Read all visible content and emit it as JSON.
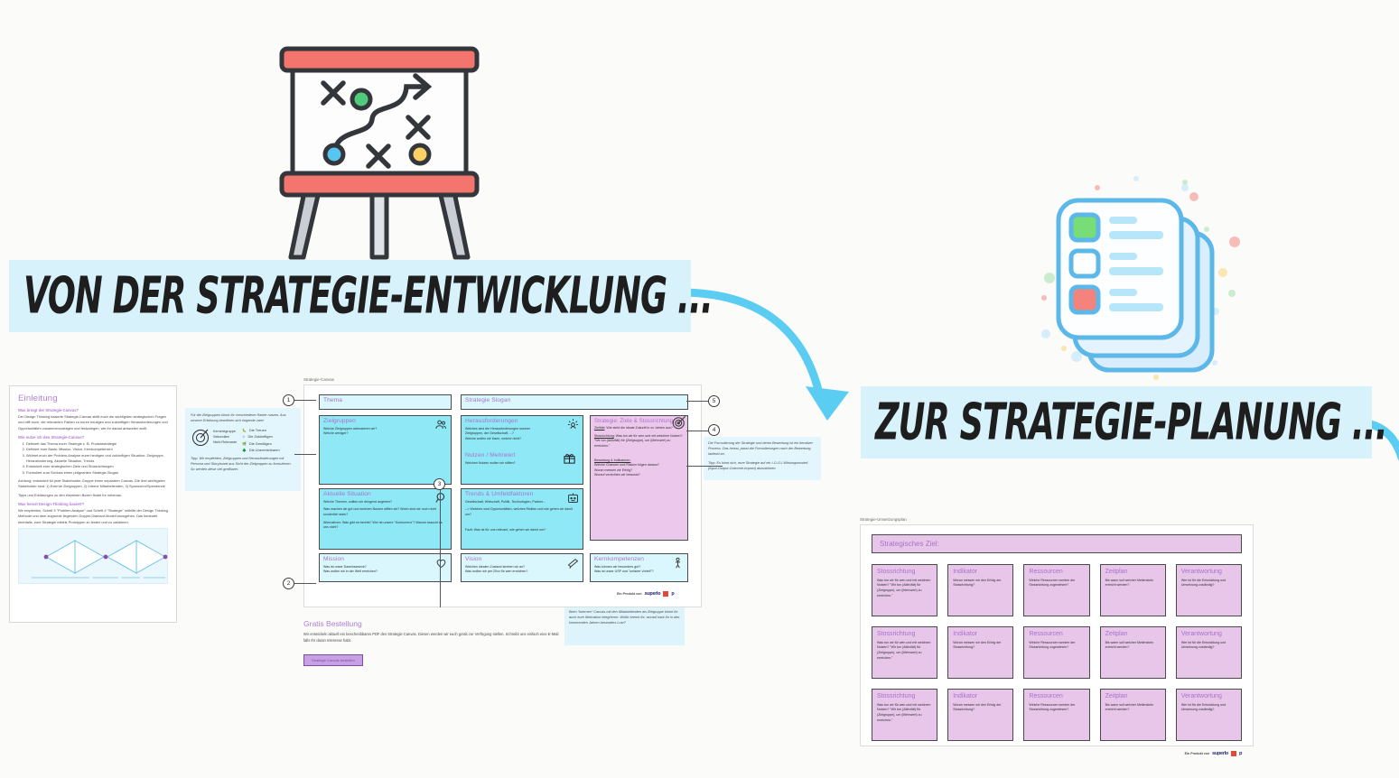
{
  "banners": {
    "first": "VON DER STRATEGIE-ENTWICKLUNG ...",
    "second": "ZUR STRATEGIE-PLANUNG ..."
  },
  "illustrations": {
    "board": "strategy-board-illustration",
    "checklist": "checklist-stack-illustration"
  },
  "intro_doc": {
    "heading": "Einleitung",
    "q1": "Was bringt der Strategie-Canvas?",
    "a1": "Der Design Thinking basierte Strategie-Canvas stellt euch die wichtigsten strategischen Fragen und hilft euch, die relevanten Fakten zu euren heutigen und zukünftigen Herausforderungen und Opportunitäten zusammenzutragen und festzulegen, wie ihr darauf antworten wollt.",
    "q2": "Wie nutze ich den Strategie-Canvas?",
    "steps": [
      "Definiert das Thema eurer Strategie z. B. Produktstrategie",
      "Definiert eure Basis: Mission, Vision, Kernkompetenzen",
      "Widmet euch der Problem-Analyse eurer heutigen und zukünftigen Situation: Zielgruppe, Herausforderung, Aktuelle Situation, Trends",
      "Entwickelt eure strategischen Ziele und Stossrichtungen",
      "Formuliert zum Schluss einen prägnanten Strategie-Slogan"
    ],
    "note1": "Achtung: entwickelt für jede Stakeholder-Gruppe einen separaten Canvas. Die drei wichtigsten Stakeholder sind: 1) Externe Zielgruppen, 2) Interne Mitarbeitenden, 3) Sponsoren/Spendende",
    "note2": "Tipps und Erklärungen zu den einzelnen Boxen findet Ihr nebenan.",
    "q3": "Was heisst Design-Thinking basiert?",
    "a3": "Wir empfehlen, Schritt 3 \"Problem Analyse\" und Schritt 4 \"Strategie\" mithilfe der Design Thinking Methode und dem zugrunde liegenden Doppel-Diamant-Modell anzugehen. Das bedeutet ebenfalls, eure Strategie mittels Prototypen zu testen und zu validieren.",
    "diagram_name": "double-diamond-diagram"
  },
  "tips": {
    "target_groups": {
      "line1": "Für die Zielgruppen könnt Ihr verschiedene Raster nutzen. Aus unserer Erfahrung bewähren sich folgende zwei:",
      "left_labels": [
        "Kernzielgruppe",
        "Sekundäre",
        "Nicht Relevante"
      ],
      "right_items": [
        "Die Treuen",
        "Die Zukünftigen",
        "Die Genötigen",
        "Die Unerreichbaren"
      ],
      "footer": "Tipp: Wir empfehlen, Zielgruppen und Herausforderungen mit Persona und Storyboard aus Sicht der Zielgruppen zu formulieren. So werden diese viel greifbarer."
    },
    "strategy": {
      "p1": "Die Formulierung der Strategie und deren Bewertung ist ein iterativer Prozess. Das heisst, passt die Formulierungen nach der Bewertung laufend an.",
      "p2": "Tipp: Es lohnt sich, eure Strategie auf ein I-O-O-I Wirkungsmodell (Input-Output-Outcome-Impact) abzustützen."
    },
    "internal": "Beim \"Internen\" Canvas mit den Mitarbeitenden als Zielgruppe könnt Ihr auch eure Motivation integrieren: Wofür brennt Ihr, worauf habt Ihr in den kommenden Jahren besonders Lust?"
  },
  "canvas": {
    "label": "Strategie-Canvas",
    "thema": {
      "title": "Thema"
    },
    "slogan": {
      "title": "Strategie Slogan"
    },
    "zielgruppen": {
      "title": "Zielgruppen",
      "icon": "people-icon",
      "lines": [
        "Welche Zielgruppen adressieren wir?",
        "Welche weniger?"
      ]
    },
    "herausforderungen": {
      "title": "Herausforderungen",
      "icon": "lightbulb-person-icon",
      "lines": [
        "Welches sind die Herausforderungen unserer",
        "Zielgruppen, der Gesellschaft, ...?",
        "Welche wollen wir lösen, welche nicht?"
      ]
    },
    "nutzen": {
      "title": "Nutzen / Mehrwert",
      "icon": "gift-icon",
      "lines": [
        "Welchen Nutzen wollen wir stiften?"
      ]
    },
    "aktuelle": {
      "title": "Aktuelle Situation",
      "icon": "magnifier-icon",
      "p1": "Welche Themen, sollten wir dringend angehen?",
      "p2": "Was machen wir gut und welchen Nutzen stiften wir? Worin sind wir noch nicht sonderlich stark?",
      "p3": "Alternativen: Was gibt es bereits? Wer ist unsere \"Konkurrenz\"? Warum braucht es uns nicht?"
    },
    "trends": {
      "title": "Trends & Umfeldfaktoren",
      "icon": "robot-icon",
      "p1": "Gesellschaft, Wirtschaft, Politik, Technologien, Partner...",
      "p2": "--> Welches sind Opportunitäten, welches Risiken und wie gehen wir damit um?",
      "p3": "Fazit: Was ist für uns relevant, wie gehen wir damit um?"
    },
    "strategie": {
      "title": "Strategie: Ziele & Stossrichtung",
      "icon": "target-dart-icon",
      "p1_label": "Zielbild",
      "p1": ": Wie sieht die ideale Zukunft in xx Jahren aus?",
      "p2_label": "Stossrichtung",
      "p2": ": Was tun wir für wen und mit welchem Nutzen? \"Wir tun (Aktivität) für (Zielgruppe), um (Mehrwert) zu erreichen.\"",
      "p3_label": "Bewertung & Indikatoren:",
      "p3a": "Welche Chancen und Risiken folgen daraus?",
      "p3b": "Woran messen wir Erfolg?",
      "p3c": "Worauf verzichten wir bewusst?"
    },
    "mission": {
      "title": "Mission",
      "icon": "heart-icon",
      "lines": [
        "Was ist unser Daseinszweck?",
        "Was wollen wir in der Welt erreichen?"
      ]
    },
    "vision": {
      "title": "Vision",
      "icon": "telescope-icon",
      "lines": [
        "Welchen idealen Zustand streben wir an?",
        "Was wollen wir per 20xx für wen erreichen?"
      ]
    },
    "kernkompetenzen": {
      "title": "Kernkompetenzen",
      "icon": "skills-icon",
      "lines": [
        "Was können wir besonders gut?",
        "Was ist unser USP und \"unfairer Vorteil\"?"
      ]
    },
    "callouts": [
      "1",
      "2",
      "3",
      "4",
      "5"
    ]
  },
  "gratis": {
    "heading": "Gratis Bestellung",
    "body": "Wir entwickeln aktuell ein beschreibbares PDF des Strategie Canvas. Diesen werden wir euch gratis zur Verfügung stellen. Schreibt uns einfach eine E-Mail falls Ihr daran Interesse habt.",
    "button": "Strategie Canvas bestellen"
  },
  "plan": {
    "label": "Strategie-Umsetzungsplan",
    "goal_title": "Strategisches Ziel:",
    "columns": [
      {
        "title": "Stossrichtung",
        "text": "Was tun wir für wen und mit welchem Nutzen? \"Wir tun (Aktivität) für (Zielgruppe), um (Mehrwert) zu erreichen.\""
      },
      {
        "title": "Indikator",
        "text": "Woran messen wir den Erfolg der Stossrichtung?"
      },
      {
        "title": "Ressourcen",
        "text": "Welche Ressourcen werden der Stossrichtung zugewiesen?"
      },
      {
        "title": "Zeitplan",
        "text": "Bis wann soll welcher Meilenstein erreicht werden?"
      },
      {
        "title": "Verantwortung",
        "text": "Wer ist für die Entwicklung und Umsetzung zuständig?"
      }
    ],
    "row_count": 3
  },
  "footer_logo": {
    "pre": "Ein Produkt von",
    "brand": "superlo",
    "brand_tail": "p"
  },
  "colors": {
    "banner_bg": "#d7f2fb",
    "cyan_box": "#8fe8f5",
    "pink_box": "#ecc8ec",
    "purple_text": "#a972c9",
    "arrow_blue": "#5ccdf2"
  }
}
